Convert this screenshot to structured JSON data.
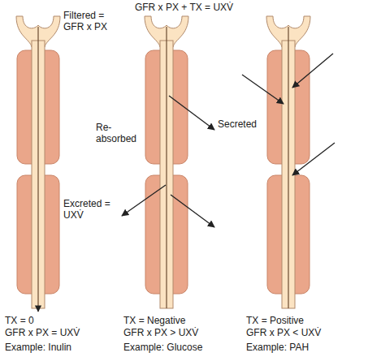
{
  "diagram": {
    "title": "GFR x PX + TX = UXV̇",
    "labels": [
      "Filtered = GFR x PX",
      "Re-absorbed",
      "Secreted",
      "Excreted = UXV̇",
      "TX = 0",
      "GFR x PX = UXV̇",
      "Example: Inulin",
      "TX = Negative",
      "GFR x PX > UXV̇",
      "Example: Glucose",
      "TX = Positive",
      "GFR x PX < UXV̇",
      "Example: PAH"
    ]
  }
}
